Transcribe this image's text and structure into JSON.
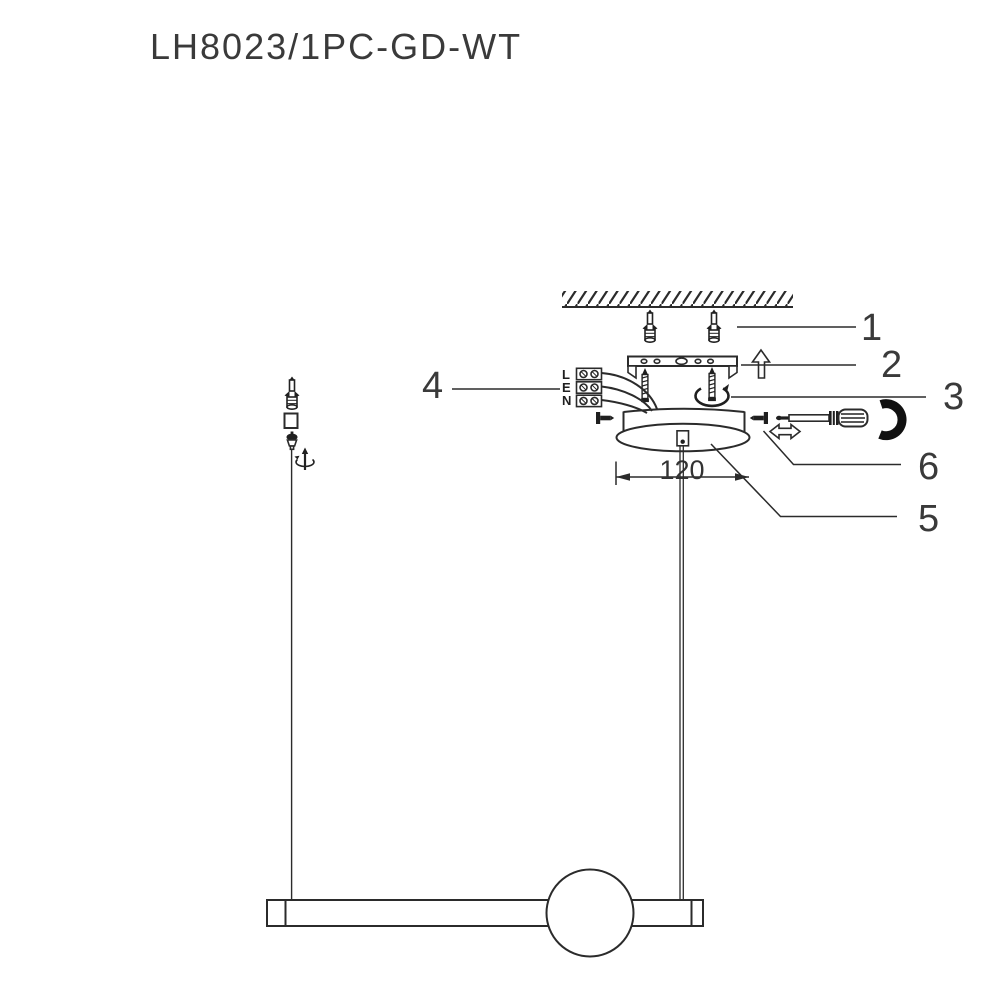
{
  "title": "LH8023/1PC-GD-WT",
  "colors": {
    "line": "#2b2b2b",
    "text": "#3a3a3a",
    "background": "#ffffff"
  },
  "dimension": {
    "canopy_width": "120"
  },
  "terminal_labels": {
    "live": "L",
    "earth": "E",
    "neutral": "N"
  },
  "callouts": [
    {
      "num": "1",
      "target": "wall-anchor"
    },
    {
      "num": "2",
      "target": "mounting-bracket"
    },
    {
      "num": "3",
      "target": "mounting-screw"
    },
    {
      "num": "4",
      "target": "terminal-block"
    },
    {
      "num": "5",
      "target": "canopy"
    },
    {
      "num": "6",
      "target": "side-set-screw"
    }
  ]
}
